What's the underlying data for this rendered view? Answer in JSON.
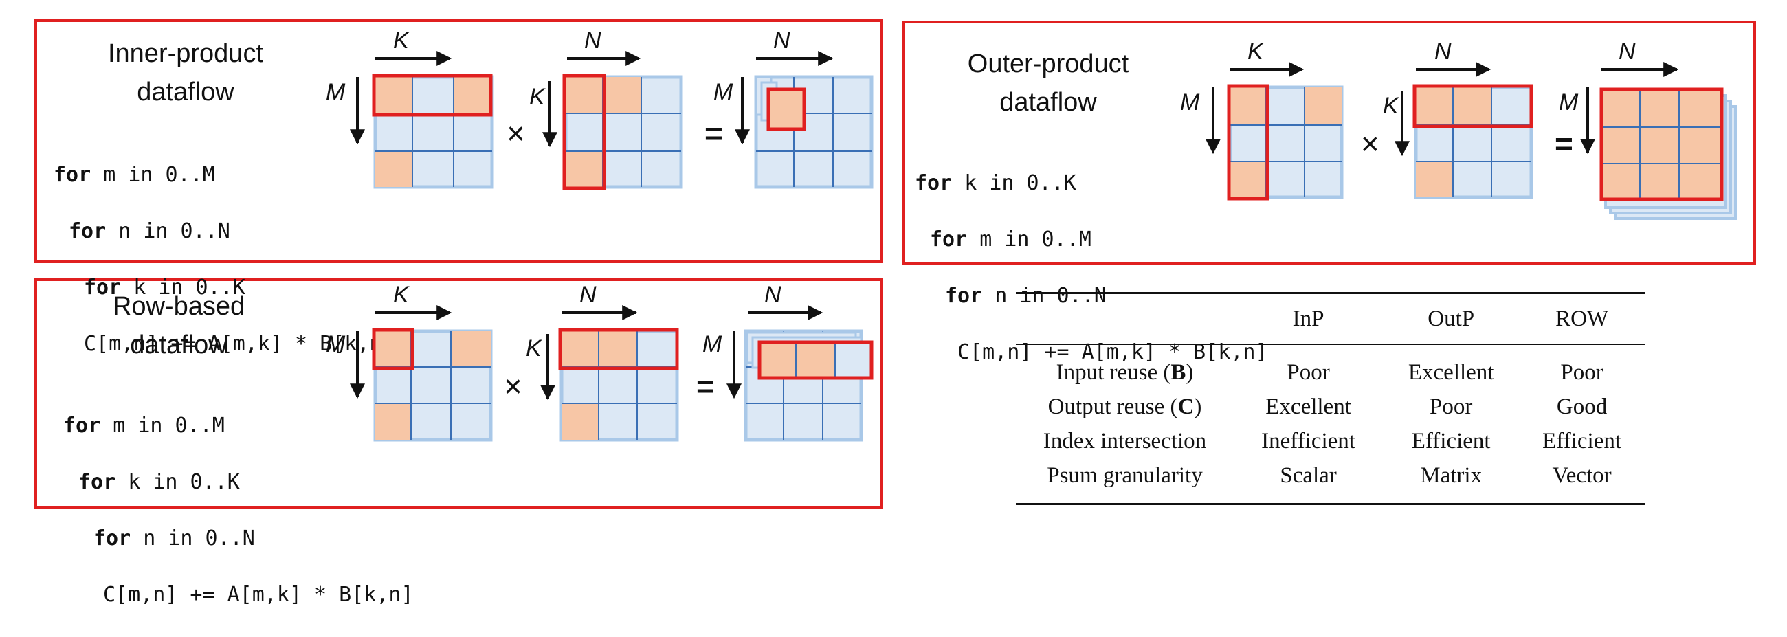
{
  "colors": {
    "panel_border": "#e02020",
    "cell_fill": "#dce8f5",
    "cell_line": "#3a6fb5",
    "matrix_border": "#a9c8e8",
    "highlight": "#f7c6a6"
  },
  "labels": {
    "M": "M",
    "K": "K",
    "N": "N",
    "times": "×",
    "equals": "="
  },
  "inner": {
    "title1": "Inner-product",
    "title2": "dataflow",
    "code": [
      {
        "kw": "for",
        "rest": " m in 0..M"
      },
      {
        "kw": "for",
        "rest": " n in 0..N"
      },
      {
        "kw": "for",
        "rest": " k in 0..K"
      },
      {
        "kw": "",
        "rest": "C[m,n] += A[m,k] * B[k,n]"
      }
    ]
  },
  "outer": {
    "title1": "Outer-product",
    "title2": "dataflow",
    "code": [
      {
        "kw": "for",
        "rest": " k in 0..K"
      },
      {
        "kw": "for",
        "rest": " m in 0..M"
      },
      {
        "kw": "for",
        "rest": " n in 0..N"
      },
      {
        "kw": "",
        "rest": "C[m,n] += A[m,k] * B[k,n]"
      }
    ]
  },
  "row": {
    "title1": "Row-based",
    "title2": "dataflow",
    "code": [
      {
        "kw": "for",
        "rest": " m in 0..M"
      },
      {
        "kw": "for",
        "rest": " k in 0..K"
      },
      {
        "kw": "for",
        "rest": " n in 0..N"
      },
      {
        "kw": "",
        "rest": "C[m,n] += A[m,k] * B[k,n]"
      }
    ]
  },
  "table": {
    "headers": [
      "",
      "InP",
      "OutP",
      "ROW"
    ],
    "rows": [
      {
        "label": "Input reuse (",
        "bold": "B",
        "end": ")",
        "values": [
          "Poor",
          "Excellent",
          "Poor"
        ]
      },
      {
        "label": "Output reuse (",
        "bold": "C",
        "end": ")",
        "values": [
          "Excellent",
          "Poor",
          "Good"
        ]
      },
      {
        "label": "Index intersection",
        "bold": "",
        "end": "",
        "values": [
          "Inefficient",
          "Efficient",
          "Efficient"
        ]
      },
      {
        "label": "Psum granularity",
        "bold": "",
        "end": "",
        "values": [
          "Scalar",
          "Matrix",
          "Vector"
        ]
      }
    ]
  }
}
